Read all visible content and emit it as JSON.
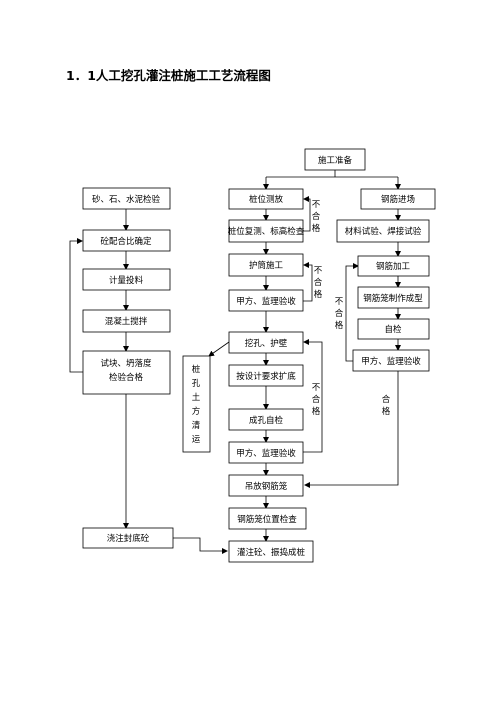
{
  "title": "1．1人工挖孔灌注桩施工工艺流程图",
  "nodes": {
    "prep": "施工准备",
    "pile_survey": "桩位测放",
    "rebar_arrive": "钢筋进场",
    "sand_test": "砂、石、水泥检验",
    "pile_recheck": "桩位复测、标高检查",
    "material_test": "材料试验、焊接试验",
    "mix_ratio": "砼配合比确定",
    "casing": "护筒施工",
    "rebar_process": "钢筋加工",
    "metering": "计量投料",
    "owner_accept_1": "甲方、监理验收",
    "cage_make": "钢筋笼制作成型",
    "mixing": "混凝土搅拌",
    "dig": "挖孔、护壁",
    "self_check_cage": "自检",
    "specimen_line1": "试块、坍落度",
    "specimen_line2": "检验合格",
    "owner_accept_cage": "甲方、监理验收",
    "ream": "按设计要求扩底",
    "hole_check": "成孔自检",
    "owner_accept_2": "甲方、监理验收",
    "lift_cage": "吊放钢筋笼",
    "cage_pos_check": "钢筋笼位置检查",
    "pour_bottom": "浇注封底砼",
    "pour_vibrate": "灌注砼、振捣成桩"
  },
  "soil_label": [
    "桩",
    "孔",
    "土",
    "方",
    "清",
    "运"
  ],
  "flags": {
    "fail_1": [
      "不",
      "合",
      "格"
    ],
    "fail_2": [
      "不",
      "合",
      "格"
    ],
    "fail_3": [
      "不",
      "合",
      "格"
    ],
    "fail_4": [
      "不",
      "合",
      "格"
    ],
    "pass": [
      "合",
      "格"
    ]
  }
}
